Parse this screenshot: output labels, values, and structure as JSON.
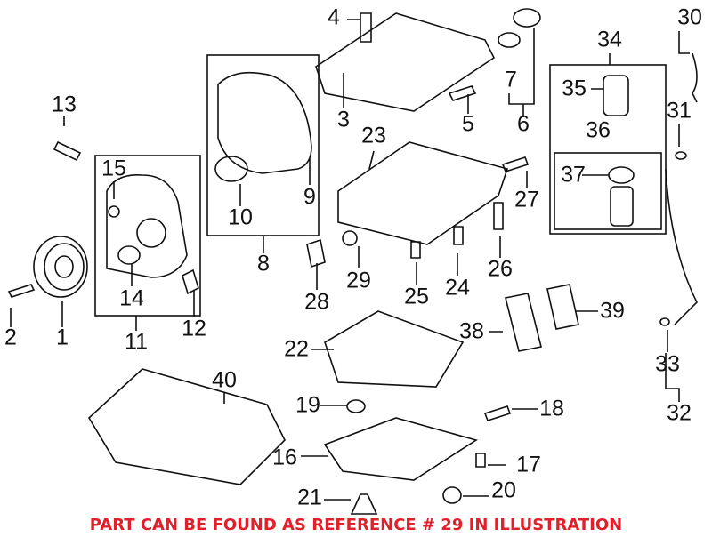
{
  "callouts": [
    "1",
    "2",
    "3",
    "4",
    "5",
    "6",
    "7",
    "8",
    "9",
    "10",
    "11",
    "12",
    "13",
    "14",
    "15",
    "16",
    "17",
    "18",
    "19",
    "20",
    "21",
    "22",
    "23",
    "24",
    "25",
    "26",
    "27",
    "28",
    "29",
    "30",
    "31",
    "32",
    "33",
    "34",
    "35",
    "36",
    "37",
    "38",
    "39",
    "40"
  ],
  "note": {
    "text": "PART CAN BE FOUND AS REFERENCE # 29 IN ILLUSTRATION",
    "color": "#e0202a"
  }
}
